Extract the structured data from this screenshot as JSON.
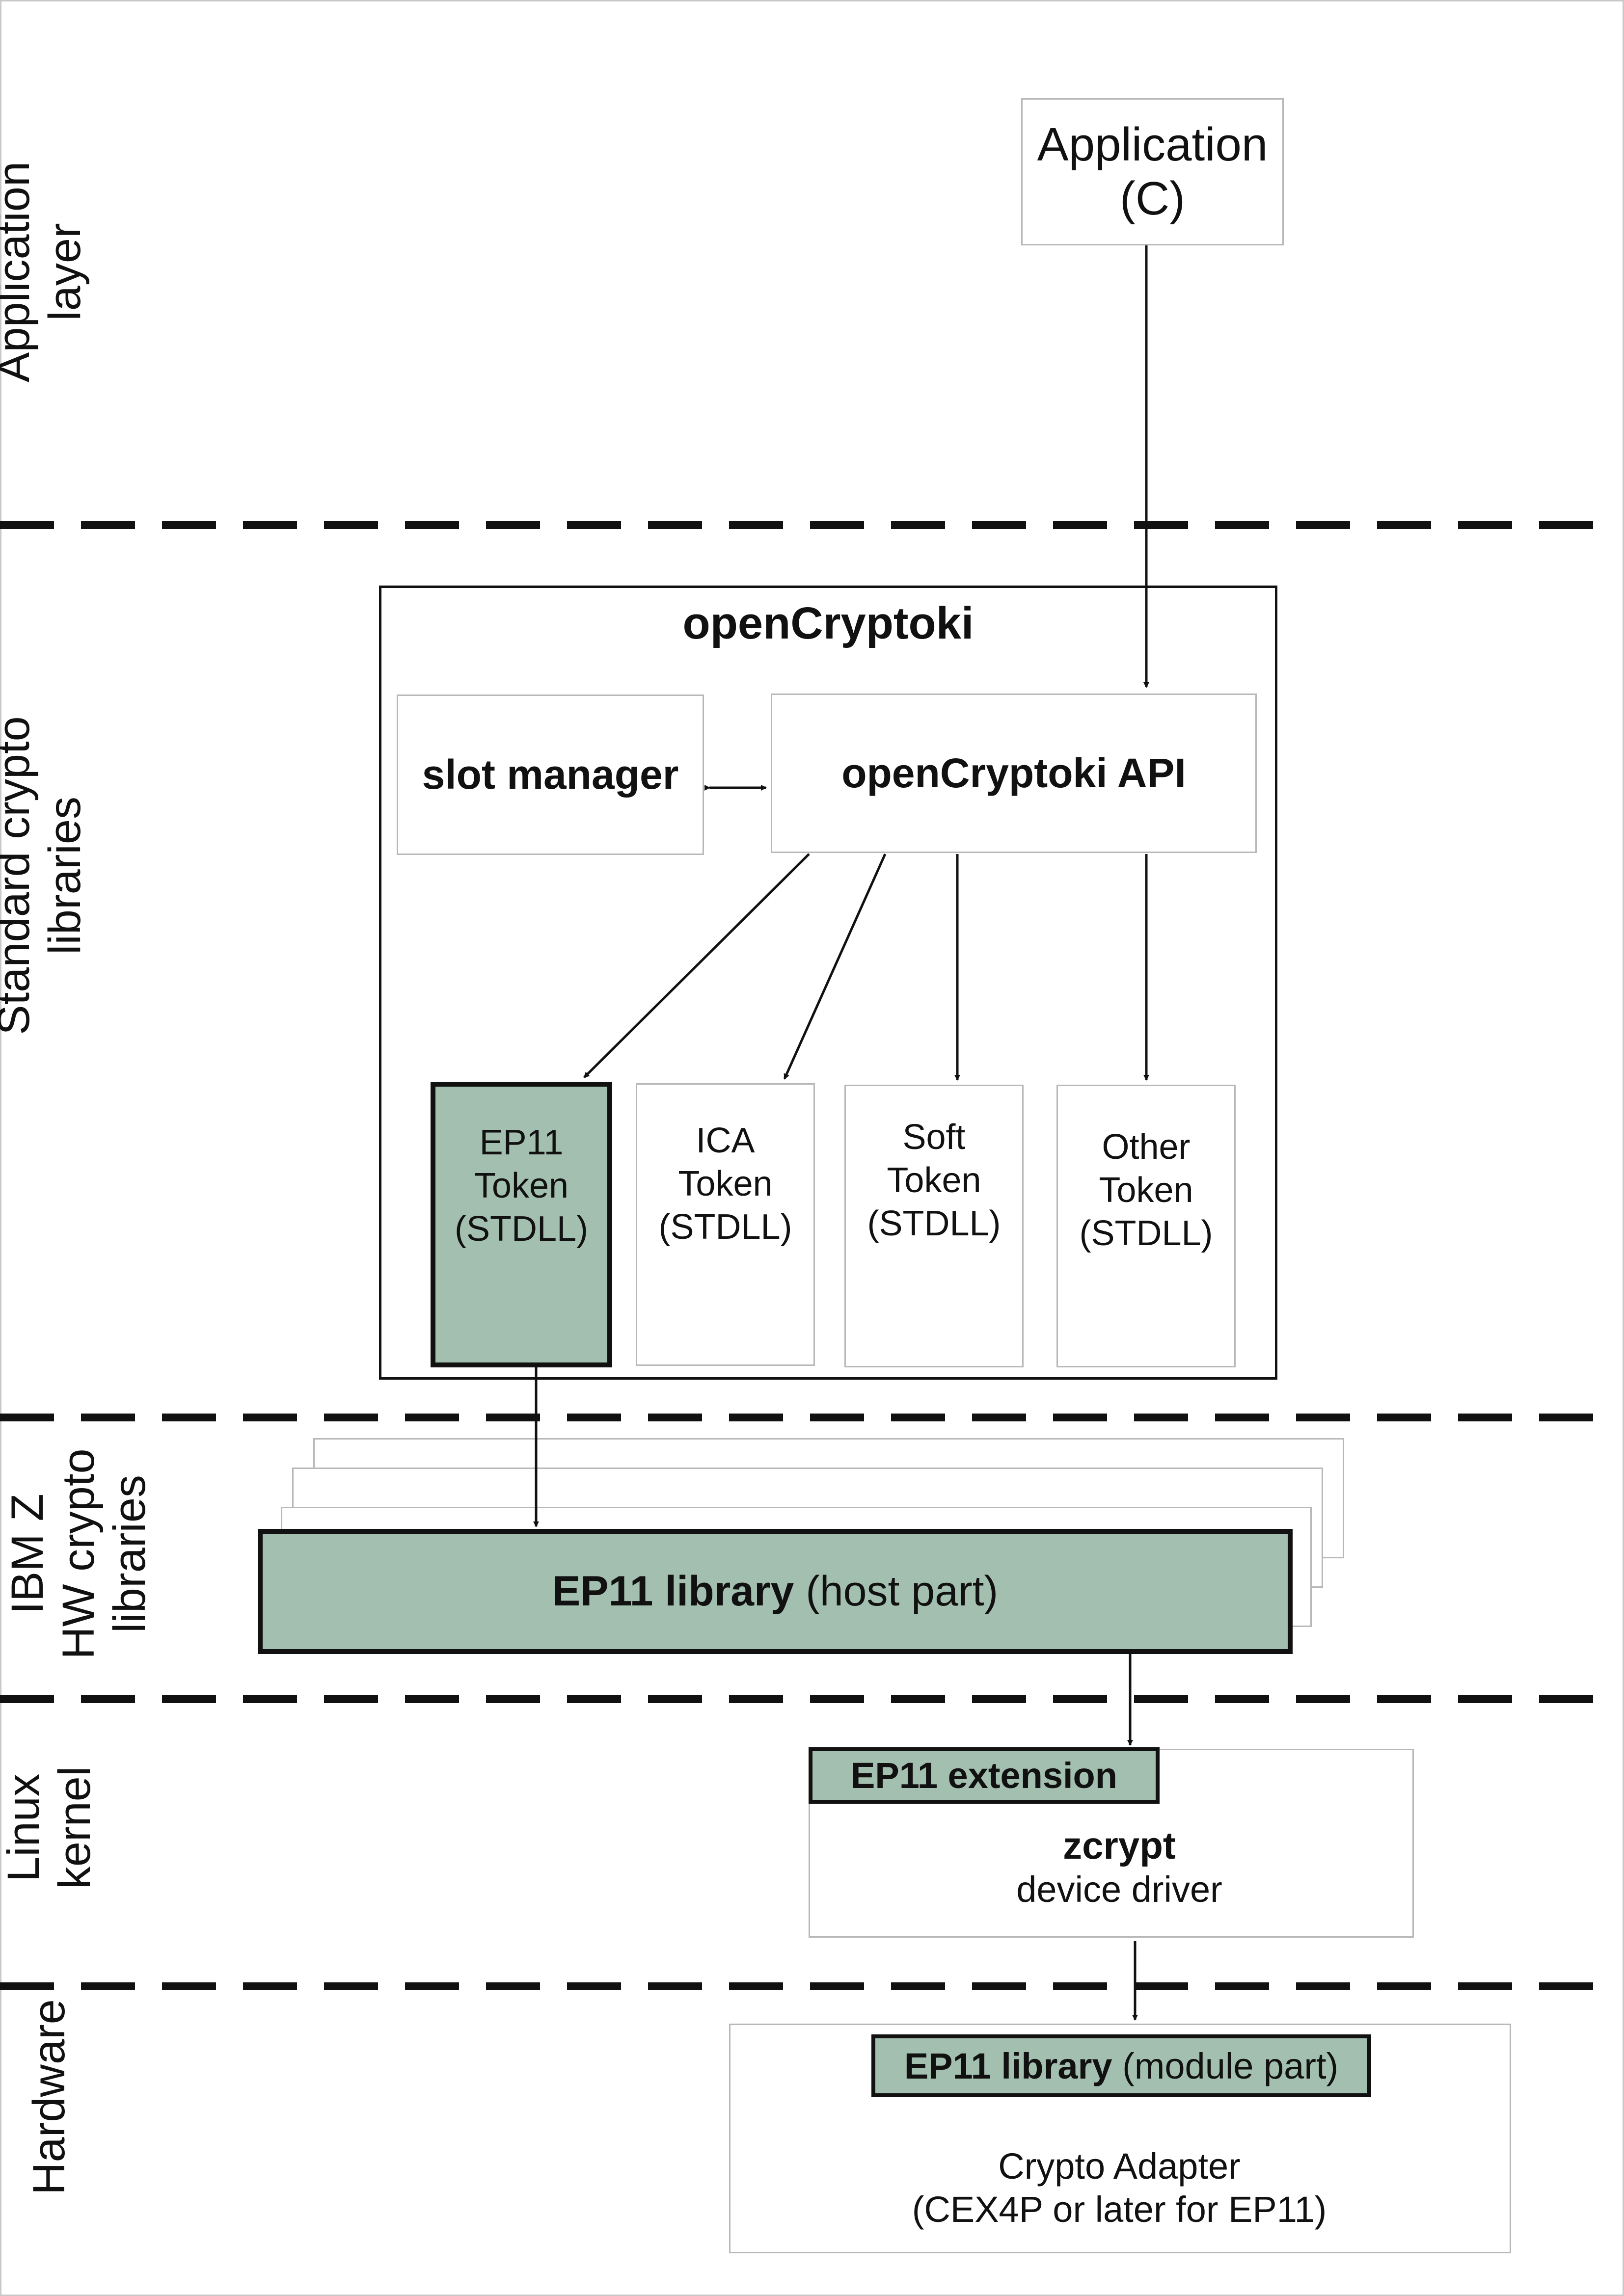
{
  "layers": {
    "application": "Application\nlayer",
    "standard": "Standard crypto\nlibraries",
    "ibmz": "IBM Z\nHW crypto\nlibraries",
    "linux": "Linux\nkernel",
    "hardware": "Hardware"
  },
  "application_box": {
    "line1": "Application",
    "line2": "(C)"
  },
  "opencryptoki": {
    "title": "openCryptoki",
    "slot_manager": "slot manager",
    "api": "openCryptoki API"
  },
  "tokens": [
    {
      "label": "EP11\nToken\n(STDLL)"
    },
    {
      "label": "ICA\nToken\n(STDLL)"
    },
    {
      "label": "Soft\nToken\n(STDLL)"
    },
    {
      "label": "Other\nToken\n(STDLL)"
    }
  ],
  "ep11_host": {
    "bold": "EP11 library",
    "rest": " (host part)"
  },
  "zcrypt": {
    "extension": "EP11 extension",
    "name": "zcrypt",
    "desc": "device driver"
  },
  "adapter": {
    "module_bold": "EP11 library",
    "module_rest": " (module part)",
    "line1": "Crypto Adapter",
    "line2": "(CEX4P or later for EP11)"
  },
  "colors": {
    "accent_green": "#a3bfb0",
    "border_dark": "#111111",
    "border_light": "#b8b8b8"
  }
}
